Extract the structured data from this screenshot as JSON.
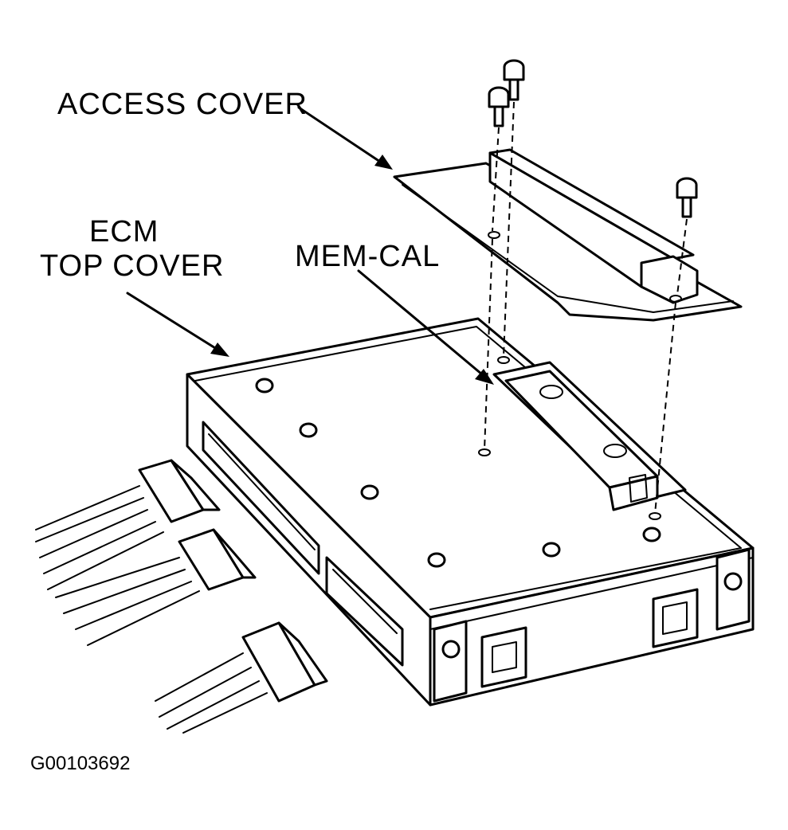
{
  "labels": {
    "access_cover": "ACCESS COVER",
    "ecm_line1": "ECM",
    "ecm_line2": "TOP COVER",
    "memcal": "MEM-CAL",
    "figure_code": "G00103692"
  },
  "colors": {
    "ink": "#000000",
    "background": "#ffffff"
  }
}
